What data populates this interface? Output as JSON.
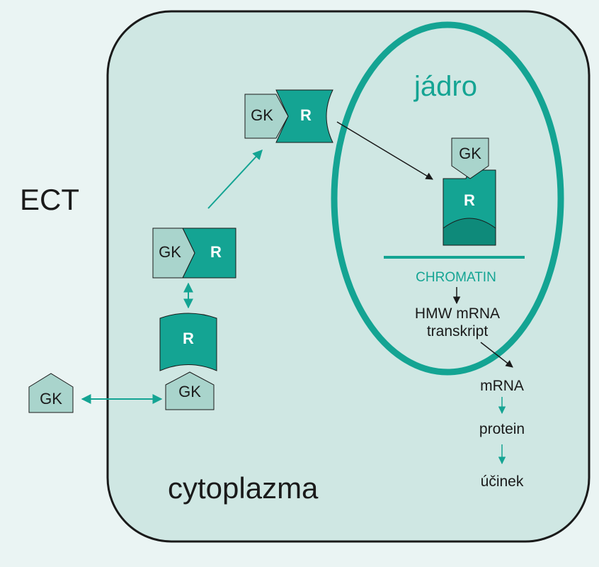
{
  "labels": {
    "ect": "ECT",
    "cytoplazma": "cytoplazma",
    "jadro": "jádro",
    "chromatin": "CHROMATIN",
    "hmw_line1": "HMW mRNA",
    "hmw_line2": "transkript",
    "mrna": "mRNA",
    "protein": "protein",
    "ucinek": "účinek",
    "gk": "GK",
    "r": "R"
  },
  "colors": {
    "teal": "#14a493",
    "teal_dark": "#0e8a7a",
    "teal_light": "#a9d4cc",
    "cell_fill": "#cfe7e3",
    "background": "#eaf4f3",
    "outline": "#1a1a1a"
  }
}
